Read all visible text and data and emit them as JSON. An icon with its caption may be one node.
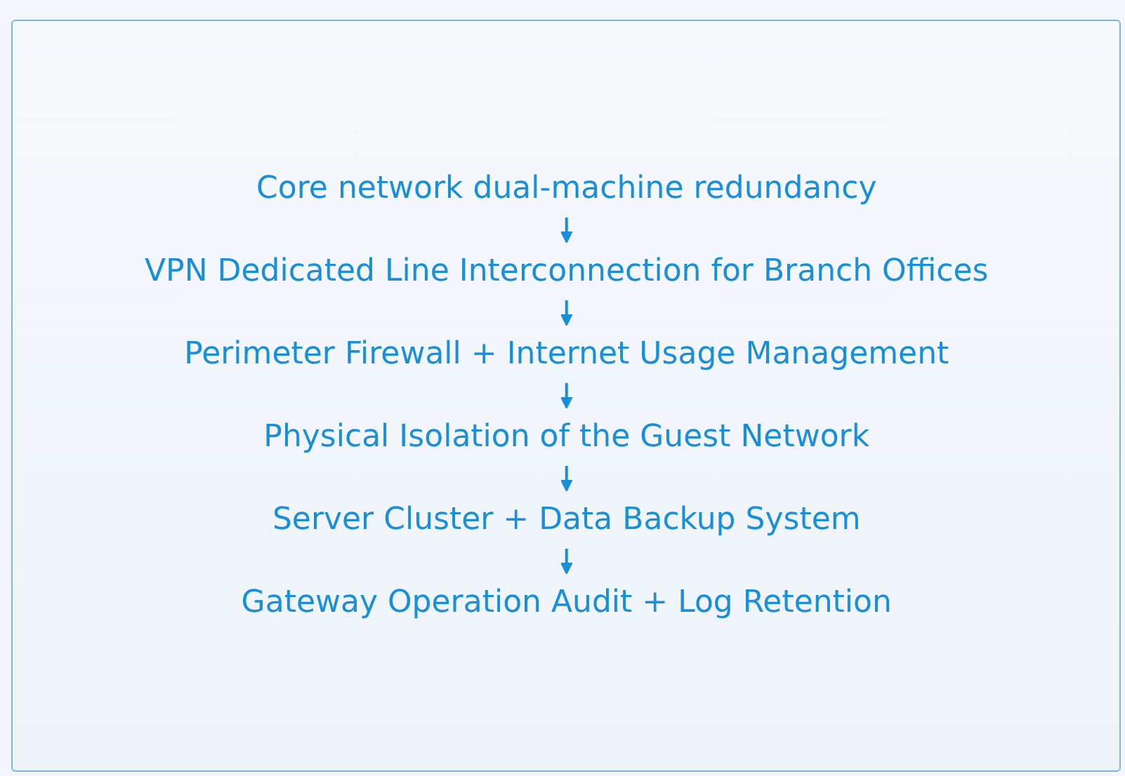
{
  "diagram": {
    "nodes": [
      {
        "text": [
          "Core network dual-machine redundancy"
        ]
      },
      {
        "text": [
          "VPN Dedicated Line Interconnection for Branch Offices"
        ]
      },
      {
        "text": [
          "Perimeter Firewall + Internet Usage Management"
        ]
      },
      {
        "text": [
          "Physical Isolation of the Guest Network"
        ]
      },
      {
        "text": [
          "Server Cluster + Data Backup System"
        ]
      },
      {
        "text": [
          "Gateway Operation Audit + Log Retention"
        ]
      }
    ],
    "edges": [
      {
        "from": 0,
        "to": 1,
        "arrow": "to"
      },
      {
        "from": 1,
        "to": 2,
        "arrow": "to"
      },
      {
        "from": 2,
        "to": 3,
        "arrow": "to"
      },
      {
        "from": 3,
        "to": 4,
        "arrow": "to"
      },
      {
        "from": 4,
        "to": 5,
        "arrow": "to"
      }
    ]
  }
}
